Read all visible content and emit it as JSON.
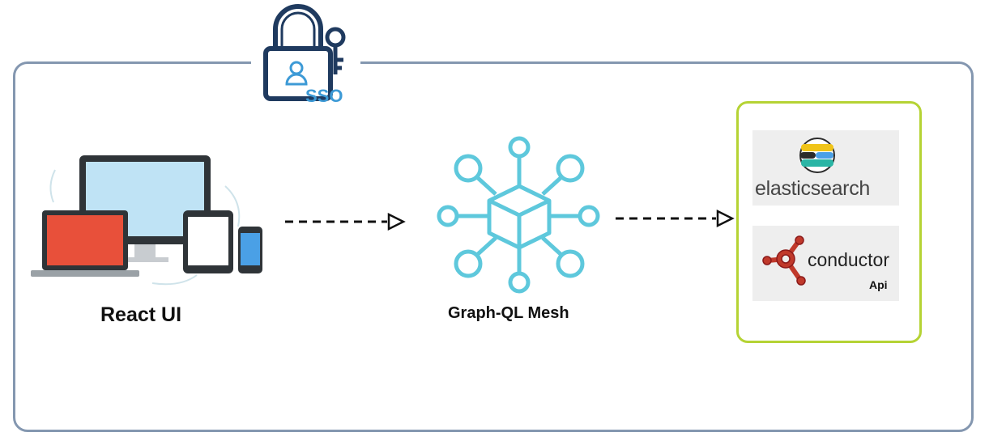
{
  "sso": {
    "label": "SSO"
  },
  "nodes": {
    "react": {
      "label": "React UI"
    },
    "mesh": {
      "label": "Graph-QL Mesh"
    },
    "elasticsearch": {
      "label": "elasticsearch"
    },
    "conductor": {
      "label": "conductor",
      "sublabel": "Api"
    }
  },
  "edges": [
    {
      "from": "react",
      "to": "mesh",
      "style": "dashed-arrow"
    },
    {
      "from": "mesh",
      "to": "backends",
      "style": "dashed-arrow"
    }
  ],
  "colors": {
    "frame": "#8497b0",
    "backend_border": "#b5d334",
    "mesh_icon": "#5ec8dc",
    "sso_lock": "#1f3a5f",
    "sso_accent": "#3d9ad6",
    "laptop_screen": "#e8503a",
    "monitor_screen": "#bfe3f5",
    "conductor_red": "#c0392b"
  }
}
